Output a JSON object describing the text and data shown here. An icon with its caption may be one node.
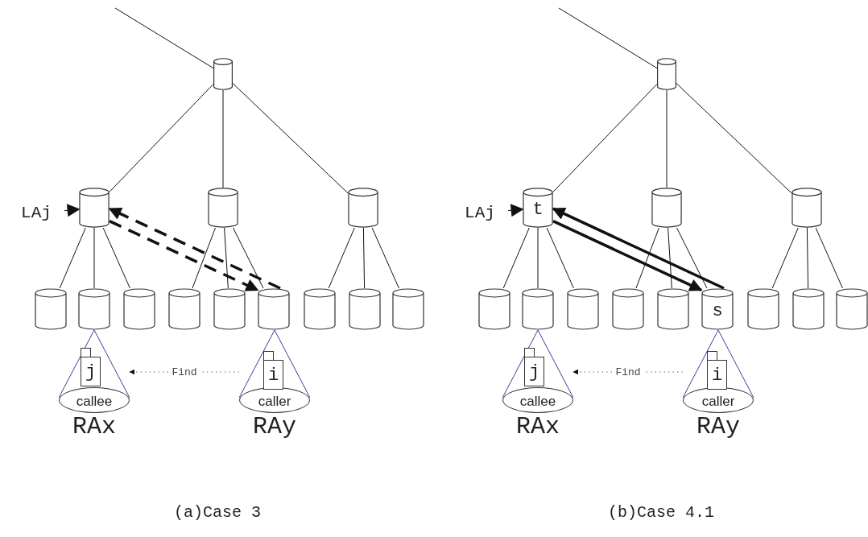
{
  "diagram": {
    "nodes": [
      {
        "text": [],
        "shape": "cylinder"
      },
      {
        "text": [],
        "shape": "cylinder"
      },
      {
        "text": [],
        "shape": "cylinder"
      },
      {
        "text": [],
        "shape": "cylinder"
      },
      {
        "text": [],
        "shape": "cylinder"
      },
      {
        "text": [],
        "shape": "cylinder"
      },
      {
        "text": [],
        "shape": "cylinder"
      },
      {
        "text": [],
        "shape": "cylinder"
      },
      {
        "text": [],
        "shape": "cylinder"
      },
      {
        "text": [],
        "shape": "cylinder"
      },
      {
        "text": [],
        "shape": "cylinder"
      },
      {
        "text": [],
        "shape": "cylinder"
      },
      {
        "text": [],
        "shape": "cylinder"
      },
      {
        "text": [
          "LAj"
        ]
      },
      {
        "text": [],
        "shape": "cone"
      },
      {
        "text": [
          "callee"
        ],
        "in": 14,
        "beside": [
          "RAx"
        ]
      },
      {
        "text": [
          "j"
        ],
        "in": 14
      },
      {
        "text": [],
        "shape": "cone"
      },
      {
        "text": [
          "caller"
        ],
        "in": 17,
        "beside": [
          "RAy"
        ]
      },
      {
        "text": [
          "i"
        ],
        "in": 17
      },
      {
        "text": [],
        "shape": "cylinder"
      },
      {
        "text": [
          "t"
        ]
      },
      {
        "text": [],
        "shape": "cylinder"
      },
      {
        "text": [],
        "shape": "cylinder"
      },
      {
        "text": [],
        "shape": "cylinder"
      },
      {
        "text": [],
        "shape": "cylinder"
      },
      {
        "text": [],
        "shape": "cylinder"
      },
      {
        "text": [],
        "shape": "cylinder"
      },
      {
        "text": [],
        "shape": "cylinder"
      },
      {
        "text": [
          "s"
        ]
      },
      {
        "text": [],
        "shape": "cylinder"
      },
      {
        "text": [],
        "shape": "cylinder"
      },
      {
        "text": [],
        "shape": "cylinder"
      },
      {
        "text": [
          "LAj"
        ]
      },
      {
        "text": [],
        "shape": "cone"
      },
      {
        "text": [
          "callee"
        ],
        "in": 34,
        "beside": [
          "RAx"
        ]
      },
      {
        "text": [
          "j"
        ],
        "in": 34
      },
      {
        "text": [],
        "shape": "cone"
      },
      {
        "text": [
          "caller"
        ],
        "in": 37,
        "beside": [
          "RAy"
        ]
      },
      {
        "text": [
          "i"
        ],
        "in": 37
      }
    ],
    "edges": [
      {
        "from": null,
        "to": 0,
        "arrow": "none"
      },
      {
        "from": 0,
        "to": 1,
        "arrow": "none"
      },
      {
        "from": 0,
        "to": 2,
        "arrow": "none"
      },
      {
        "from": 0,
        "to": 3,
        "arrow": "none"
      },
      {
        "from": 1,
        "to": 4,
        "arrow": "none"
      },
      {
        "from": 1,
        "to": 5,
        "arrow": "none"
      },
      {
        "from": 1,
        "to": 6,
        "arrow": "none"
      },
      {
        "from": 2,
        "to": 7,
        "arrow": "none"
      },
      {
        "from": 2,
        "to": 8,
        "arrow": "none"
      },
      {
        "from": 2,
        "to": 9,
        "arrow": "none"
      },
      {
        "from": 3,
        "to": 10,
        "arrow": "none"
      },
      {
        "from": 3,
        "to": 11,
        "arrow": "none"
      },
      {
        "from": 3,
        "to": 12,
        "arrow": "none"
      },
      {
        "from": 13,
        "to": 1,
        "arrow": "to"
      },
      {
        "from": 1,
        "to": 9,
        "arrow": "to",
        "style": "dashed"
      },
      {
        "from": 9,
        "to": 1,
        "arrow": "to",
        "style": "dashed"
      },
      {
        "from": 17,
        "to": 14,
        "arrow": "to",
        "label": "Find",
        "style": "dashed",
        "color": "#666666"
      },
      {
        "from": null,
        "to": 20,
        "arrow": "none"
      },
      {
        "from": 20,
        "to": 21,
        "arrow": "none"
      },
      {
        "from": 20,
        "to": 22,
        "arrow": "none"
      },
      {
        "from": 20,
        "to": 23,
        "arrow": "none"
      },
      {
        "from": 21,
        "to": 24,
        "arrow": "none"
      },
      {
        "from": 21,
        "to": 25,
        "arrow": "none"
      },
      {
        "from": 21,
        "to": 26,
        "arrow": "none"
      },
      {
        "from": 22,
        "to": 27,
        "arrow": "none"
      },
      {
        "from": 22,
        "to": 28,
        "arrow": "none"
      },
      {
        "from": 22,
        "to": 29,
        "arrow": "none"
      },
      {
        "from": 23,
        "to": 30,
        "arrow": "none"
      },
      {
        "from": 23,
        "to": 31,
        "arrow": "none"
      },
      {
        "from": 23,
        "to": 32,
        "arrow": "none"
      },
      {
        "from": 33,
        "to": 21,
        "arrow": "to"
      },
      {
        "from": 21,
        "to": 29,
        "arrow": "to",
        "style": "thick"
      },
      {
        "from": 29,
        "to": 21,
        "arrow": "to",
        "style": "thick"
      },
      {
        "from": 37,
        "to": 34,
        "arrow": "to",
        "label": "Find",
        "style": "dashed",
        "color": "#666666"
      }
    ],
    "labels": [
      "(a)Case 3",
      "(b)Case 4.1"
    ]
  }
}
